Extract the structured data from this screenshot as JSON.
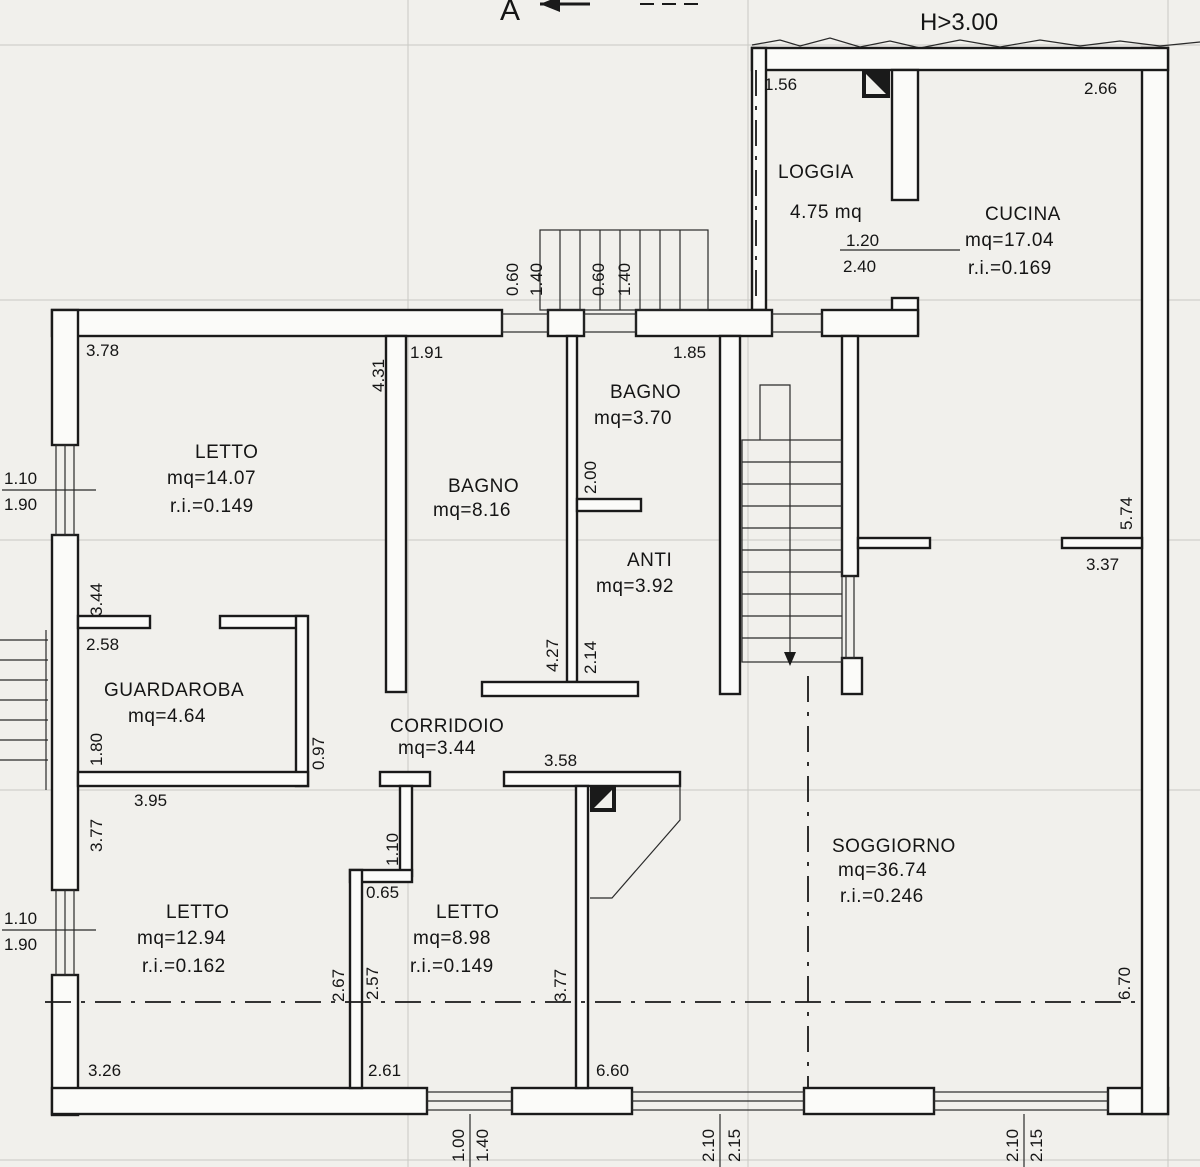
{
  "header": {
    "section_mark": "A",
    "height_note": "H>3.00"
  },
  "rooms": {
    "loggia": {
      "name": "LOGGIA",
      "area": "4.75 mq"
    },
    "cucina": {
      "name": "CUCINA",
      "area": "mq=17.04",
      "ri": "r.i.=0.169"
    },
    "letto1": {
      "name": "LETTO",
      "area": "mq=14.07",
      "ri": "r.i.=0.149"
    },
    "bagno_big": {
      "name": "BAGNO",
      "area": "mq=8.16"
    },
    "bagno_small": {
      "name": "BAGNO",
      "area": "mq=3.70"
    },
    "anti": {
      "name": "ANTI",
      "area": "mq=3.92"
    },
    "guardaroba": {
      "name": "GUARDAROBA",
      "area": "mq=4.64"
    },
    "corridoio": {
      "name": "CORRIDOIO",
      "area": "mq=3.44"
    },
    "soggiorno": {
      "name": "SOGGIORNO",
      "area": "mq=36.74",
      "ri": "r.i.=0.246"
    },
    "letto2": {
      "name": "LETTO",
      "area": "mq=12.94",
      "ri": "r.i.=0.162"
    },
    "letto3": {
      "name": "LETTO",
      "area": "mq=8.98",
      "ri": "r.i.=0.149"
    }
  },
  "dimensions": {
    "d156": "1.56",
    "d266": "2.66",
    "d120": "1.20",
    "d240": "2.40",
    "d060a": "0.60",
    "d140a": "1.40",
    "d060b": "0.60",
    "d140b": "1.40",
    "d378": "3.78",
    "d431": "4.31",
    "d191": "1.91",
    "d185": "1.85",
    "d110a": "1.10",
    "d190a": "1.90",
    "d200": "2.00",
    "d574": "5.74",
    "d344": "3.44",
    "d337": "3.37",
    "d258": "2.58",
    "d427": "4.27",
    "d214": "2.14",
    "d180": "1.80",
    "d097": "0.97",
    "d358": "3.58",
    "d395": "3.95",
    "d377a": "3.77",
    "d110b": "1.10",
    "d065": "0.65",
    "d110c": "1.10",
    "d190c": "1.90",
    "d267": "2.67",
    "d257": "2.57",
    "d377b": "3.77",
    "d670": "6.70",
    "d326": "3.26",
    "d261": "2.61",
    "d660": "6.60",
    "d100": "1.00",
    "d140c": "1.40",
    "d210a": "2.10",
    "d215a": "2.15",
    "d210b": "2.10",
    "d215b": "2.15"
  }
}
